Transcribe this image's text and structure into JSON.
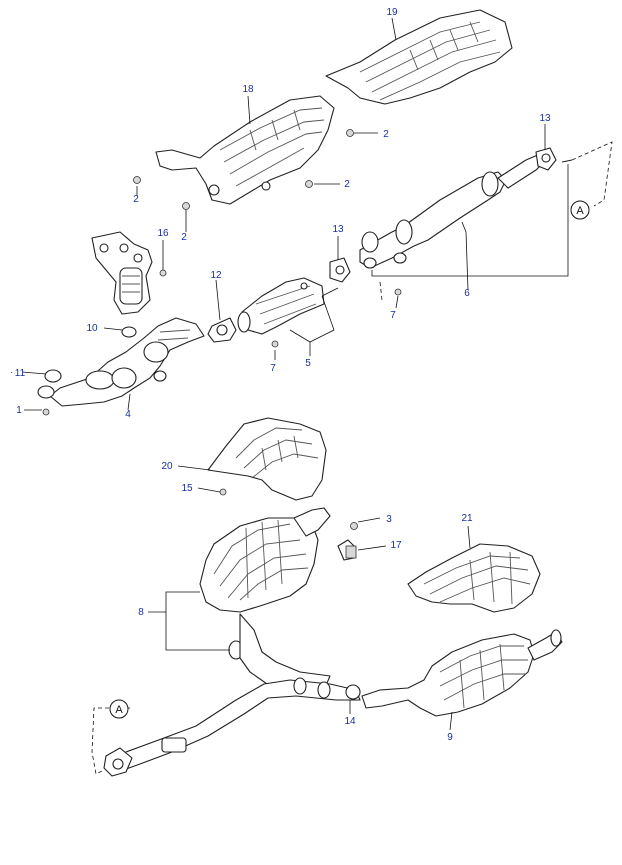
{
  "labels": {
    "p1": "1",
    "p2a": "2",
    "p2b": "2",
    "p2c": "2",
    "p2d": "2",
    "p3": "3",
    "p4": "4",
    "p5": "5",
    "p6": "6",
    "p7a": "7",
    "p7b": "7",
    "p8": "8",
    "p9": "9",
    "p10": "10",
    "p11": "11",
    "p12": "12",
    "p13a": "13",
    "p13b": "13",
    "p14": "14",
    "p15": "15",
    "p16": "16",
    "p17": "17",
    "p18": "18",
    "p19": "19",
    "p20": "20",
    "p21": "21"
  },
  "callouts": {
    "a_top": "A",
    "a_bottom": "A"
  },
  "colors": {
    "label": "#1a2fa0",
    "line": "#222222"
  }
}
